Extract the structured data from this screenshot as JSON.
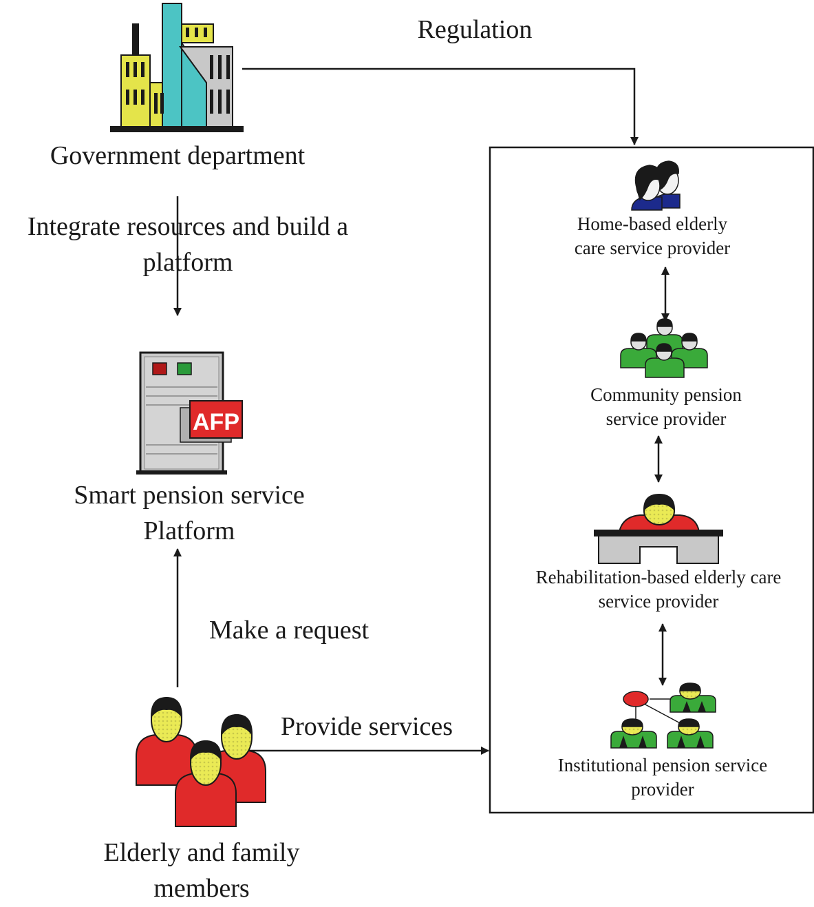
{
  "nodes": {
    "government": {
      "label": "Government department"
    },
    "platform": {
      "line1": "Smart pension service",
      "line2": "Platform",
      "badge": "AFP"
    },
    "elderly": {
      "line1": "Elderly and family",
      "line2": "members"
    },
    "home": {
      "line1": "Home-based elderly",
      "line2": "care service provider"
    },
    "community": {
      "line1": "Community pension",
      "line2": "service provider"
    },
    "rehab": {
      "line1": "Rehabilitation-based elderly care",
      "line2": "service provider"
    },
    "institutional": {
      "line1": "Institutional pension service",
      "line2": "provider"
    }
  },
  "edges": {
    "regulation": "Regulation",
    "integrate": {
      "line1": "Integrate resources and build a",
      "line2": "platform"
    },
    "request": "Make a request",
    "provide": "Provide services"
  },
  "colors": {
    "line": "#1a1a1a",
    "yellow": "#e4e44a",
    "teal": "#4cc4c4",
    "gray": "#c8c8c8",
    "red": "#e02a2a",
    "green": "#3aaa3a",
    "navy": "#1c2a8c"
  }
}
